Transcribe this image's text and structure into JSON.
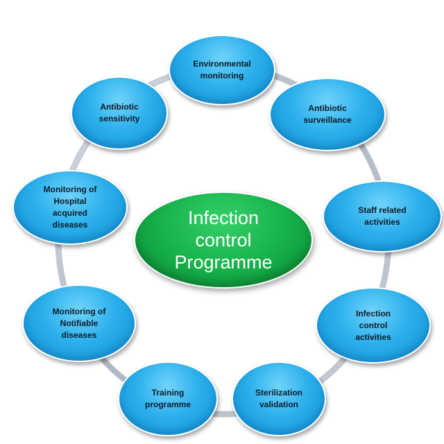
{
  "diagram": {
    "center": {
      "label": "Infection\ncontrol\nProgramme",
      "color": "#17b24a"
    },
    "node_color": "#2cb0ec",
    "ring_color": "#b9c0cc",
    "nodes": [
      {
        "id": "environmental-monitoring",
        "label": "Environmental\nmonitoring"
      },
      {
        "id": "antibiotic-surveillance",
        "label": "Antibiotic\nsurveillance"
      },
      {
        "id": "staff-related-activities",
        "label": "Staff related\nactivities"
      },
      {
        "id": "infection-control-activities",
        "label": "Infection\ncontrol\nactivities"
      },
      {
        "id": "sterilization-validation",
        "label": "Sterilization\nvalidation"
      },
      {
        "id": "training-programme",
        "label": "Training\nprogramme"
      },
      {
        "id": "monitoring-of-notifiable-diseases",
        "label": "Monitoring of\nNotifiable\ndiseases"
      },
      {
        "id": "monitoring-of-hospital-acquired-diseases",
        "label": "Monitoring of\nHospital\nacquired\ndiseases"
      },
      {
        "id": "antibiotic-sensitivity",
        "label": "Antibiotic\nsensitivity"
      }
    ]
  }
}
